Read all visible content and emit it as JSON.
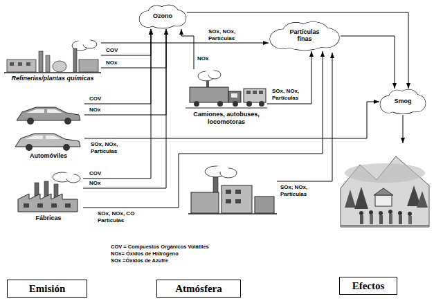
{
  "diagram": {
    "nodes": [
      {
        "text": [
          "Ozono"
        ]
      },
      {
        "text": [
          "Partículas finas"
        ]
      },
      {
        "text": [
          "Smog"
        ]
      },
      {
        "text": [
          "Refinerías/plantas químicas"
        ]
      },
      {
        "text": [
          "Automóviles"
        ]
      },
      {
        "text": [
          "Fábricas"
        ]
      },
      {
        "text": [
          "Camiones, autobuses, locomotoras"
        ]
      },
      {
        "text": [
          "Emisión"
        ]
      },
      {
        "text": [
          "Atmósfera"
        ]
      },
      {
        "text": [
          "Efectos"
        ]
      }
    ],
    "edges": [
      {
        "from": 3,
        "to": 0,
        "label": "COV",
        "arrow": "to"
      },
      {
        "from": 3,
        "to": 0,
        "label": "NOx",
        "arrow": "to"
      },
      {
        "from": 3,
        "to": 1,
        "label": "SOx, NOx, Partículas",
        "arrow": "to"
      },
      {
        "from": 6,
        "to": 0,
        "label": "NOx",
        "arrow": "to"
      },
      {
        "from": 6,
        "to": 1,
        "label": "SOx, NOx, Partículas",
        "arrow": "to"
      },
      {
        "from": 4,
        "to": 0,
        "label": "COV",
        "arrow": "to"
      },
      {
        "from": 4,
        "to": 0,
        "label": "NOx",
        "arrow": "to"
      },
      {
        "from": 4,
        "to": 2,
        "label": "SOx, NOx, Partículas",
        "arrow": "to"
      },
      {
        "from": 5,
        "to": 0,
        "label": "COV",
        "arrow": "to"
      },
      {
        "from": 5,
        "to": 0,
        "label": "NOx",
        "arrow": "to"
      },
      {
        "from": 5,
        "to": 1,
        "label": "SOx, NOx, CO Partículas",
        "arrow": "to"
      },
      {
        "from": 0,
        "to": 2,
        "arrow": "to"
      },
      {
        "from": 1,
        "to": 2,
        "arrow": "to"
      }
    ],
    "labels": [
      "SOx, NOx, Partículas",
      "COV = Compuestos Orgánicos Volátiles",
      "NOx= Óxidos de Hidrógeno",
      "SOx =Óxidos de Azufre"
    ]
  }
}
